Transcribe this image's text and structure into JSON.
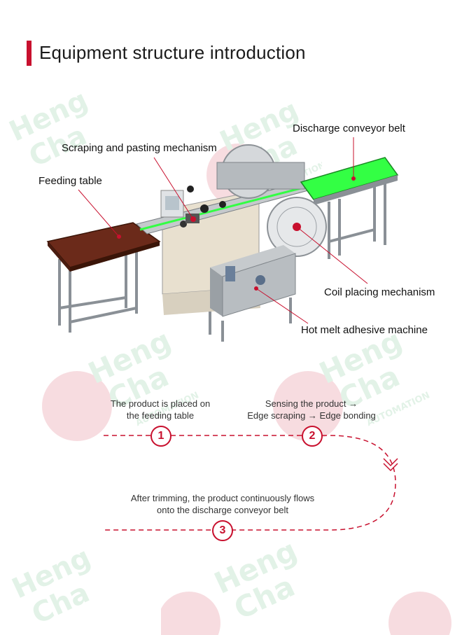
{
  "header": {
    "title": "Equipment structure introduction"
  },
  "watermark": {
    "line1": "Heng",
    "line2": "Cha",
    "line3": "AUTOMATION"
  },
  "callouts": {
    "discharge": "Discharge conveyor belt",
    "scraping": "Scraping and pasting mechanism",
    "feeding": "Feeding table",
    "coil": "Coil placing mechanism",
    "hotmelt": "Hot melt adhesive machine"
  },
  "steps": [
    {
      "number": "1",
      "text_line1": "The product is placed on",
      "text_line2": "the feeding table"
    },
    {
      "number": "2",
      "text_line1": "Sensing the product →",
      "text_line2": "Edge scraping → Edge bonding"
    },
    {
      "number": "3",
      "text_line1": "After trimming, the product continuously flows",
      "text_line2": "onto the discharge conveyor belt"
    }
  ],
  "colors": {
    "accent": "#c8102e",
    "conveyor": "#33ff44",
    "wood": "#6b2a1a",
    "frame": "#9aa0a6",
    "watermark": "#3aa65a"
  }
}
